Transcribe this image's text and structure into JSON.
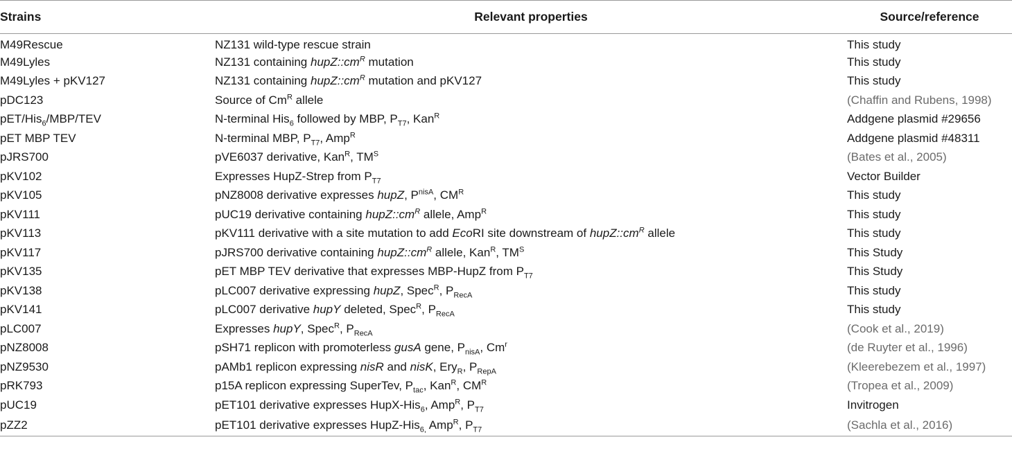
{
  "table": {
    "headers": [
      "Strains",
      "Relevant properties",
      "Source/reference"
    ],
    "rows": [
      {
        "strain": "M49Rescue",
        "props_html": "NZ131 wild-type rescue strain",
        "source": "This study",
        "is_ref": false
      },
      {
        "strain": "M49Lyles",
        "props_html": "NZ131 containing <i>hupZ::cm<sup>R</sup></i> mutation",
        "source": "This study",
        "is_ref": false
      },
      {
        "strain": "M49Lyles + pKV127",
        "props_html": "NZ131 containing <i>hupZ::cm<sup>R</sup></i> mutation and pKV127",
        "source": "This study",
        "is_ref": false
      },
      {
        "strain": "pDC123",
        "props_html": "Source of Cm<sup>R</sup> allele",
        "source": "(Chaffin and Rubens, 1998)",
        "is_ref": true
      },
      {
        "strain": "pET/His<sub>6</sub>/MBP/TEV",
        "props_html": "N-terminal His<sub>6</sub> followed by MBP, P<sub>T7</sub>, Kan<sup>R</sup>",
        "source": "Addgene plasmid #29656",
        "is_ref": false
      },
      {
        "strain": "pET MBP TEV",
        "props_html": "N-terminal MBP, P<sub>T7</sub>, Amp<sup>R</sup>",
        "source": "Addgene plasmid #48311",
        "is_ref": false
      },
      {
        "strain": "pJRS700",
        "props_html": "pVE6037 derivative, Kan<sup>R</sup>, TM<sup>S</sup>",
        "source": "(Bates et al., 2005)",
        "is_ref": true
      },
      {
        "strain": "pKV102",
        "props_html": "Expresses HupZ-Strep from P<sub>T7</sub>",
        "source": "Vector Builder",
        "is_ref": false
      },
      {
        "strain": "pKV105",
        "props_html": "pNZ8008 derivative expresses <i>hupZ</i>, P<sup>nisA</sup>, CM<sup>R</sup>",
        "source": "This study",
        "is_ref": false
      },
      {
        "strain": "pKV111",
        "props_html": "pUC19 derivative containing <i>hupZ::cm<sup>R</sup></i> allele, Amp<sup>R</sup>",
        "source": "This study",
        "is_ref": false
      },
      {
        "strain": "pKV113",
        "props_html": "pKV111 derivative with a site mutation to add <i>Eco</i>RI site downstream of <i>hupZ::cm<sup>R</sup></i> allele",
        "source": "This study",
        "is_ref": false
      },
      {
        "strain": "pKV117",
        "props_html": "pJRS700 derivative containing <i>hupZ::cm<sup>R</sup></i> allele, Kan<sup>R</sup>, TM<sup>S</sup>",
        "source": "This Study",
        "is_ref": false
      },
      {
        "strain": "pKV135",
        "props_html": "pET MBP TEV derivative that expresses MBP-HupZ from P<sub>T7</sub>",
        "source": "This Study",
        "is_ref": false
      },
      {
        "strain": "pKV138",
        "props_html": "pLC007 derivative expressing <i>hupZ</i>, Spec<sup>R</sup>, P<sub>RecA</sub>",
        "source": "This study",
        "is_ref": false
      },
      {
        "strain": "pKV141",
        "props_html": "pLC007 derivative <i>hupY</i> deleted, Spec<sup>R</sup>, P<sub>RecA</sub>",
        "source": "This study",
        "is_ref": false
      },
      {
        "strain": "pLC007",
        "props_html": "Expresses <i>hupY</i>, Spec<sup>R</sup>, P<sub>RecA</sub>",
        "source": "(Cook et al., 2019)",
        "is_ref": true
      },
      {
        "strain": "pNZ8008",
        "props_html": "pSH71 replicon with promoterless <i>gusA</i> gene, P<sub>nisA</sub>, Cm<sup>r</sup>",
        "source": "(de Ruyter et al., 1996)",
        "is_ref": true
      },
      {
        "strain": "pNZ9530",
        "props_html": "pAMb1 replicon expressing <i>nisR</i> and <i>nisK</i>, Ery<sub>R</sub>, P<sub>RepA</sub>",
        "source": "(Kleerebezem et al., 1997)",
        "is_ref": true
      },
      {
        "strain": "pRK793",
        "props_html": "p15A replicon expressing SuperTev, P<sub>tac</sub>, Kan<sup>R</sup>, CM<sup>R</sup>",
        "source": "(Tropea et al., 2009)",
        "is_ref": true
      },
      {
        "strain": "pUC19",
        "props_html": "pET101 derivative expresses HupX-His<sub>6</sub>, Amp<sup>R</sup>, P<sub>T7</sub>",
        "source": "Invitrogen",
        "is_ref": false
      },
      {
        "strain": "pZZ2",
        "props_html": "pET101 derivative expresses HupZ-His<sub>6,</sub> Amp<sup>R</sup>, P<sub>T7</sub>",
        "source": "(Sachla et al., 2016)",
        "is_ref": true
      }
    ]
  }
}
